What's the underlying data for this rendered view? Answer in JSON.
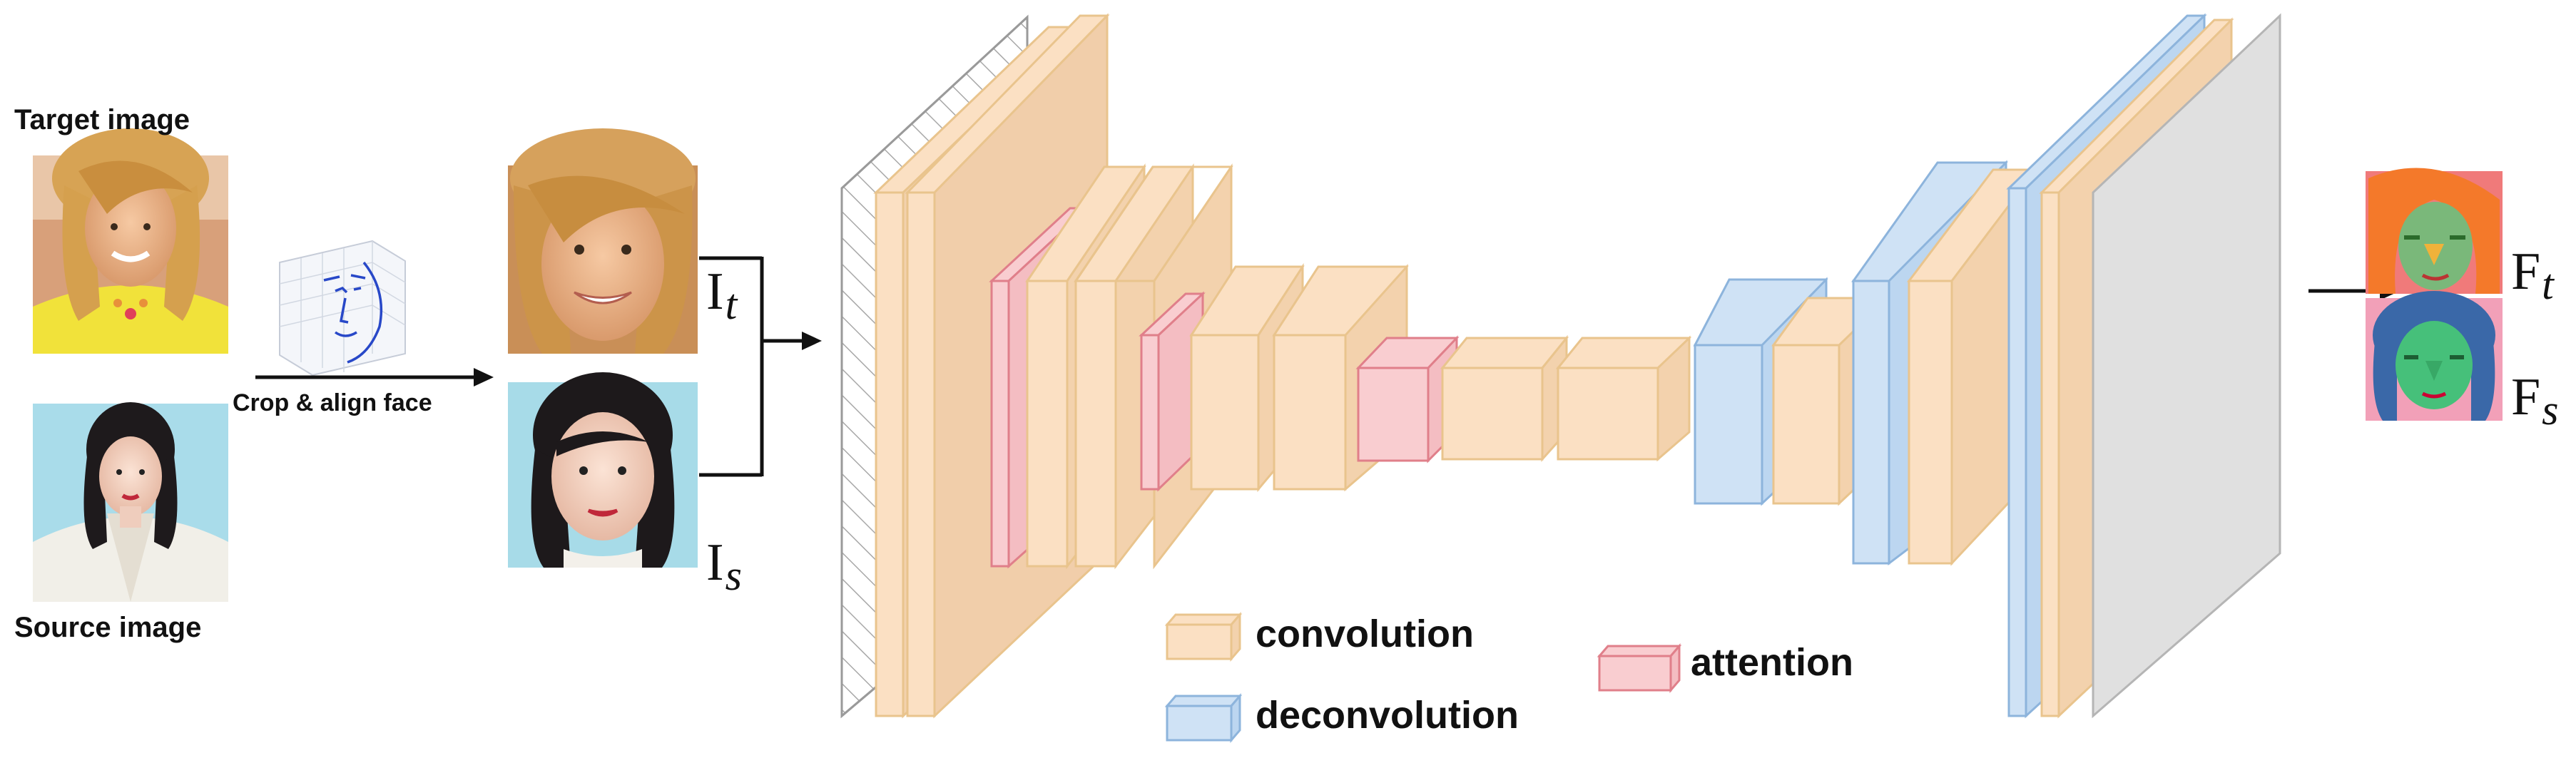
{
  "labels": {
    "target_image": "Target image",
    "source_image": "Source image",
    "crop_align": "Crop & align face",
    "it_main": "I",
    "it_sub": "t",
    "is_main": "I",
    "is_sub": "s",
    "ft_main": "F",
    "ft_sub": "t",
    "fs_main": "F",
    "fs_sub": "s"
  },
  "legend": {
    "convolution": "convolution",
    "deconvolution": "deconvolution",
    "attention": "attention"
  },
  "colors": {
    "conv_fill": "#fbe0c3",
    "conv_stroke": "#e9c48d",
    "deconv_fill": "#cfe2f5",
    "deconv_stroke": "#8db4dc",
    "attn_fill": "#f9cdd0",
    "attn_stroke": "#e07f8a",
    "output_fill": "#e0e0e0",
    "output_stroke": "#b5b5b5"
  },
  "icons": {
    "landmark": "face-landmark-grid-icon",
    "target_face": "target-face-photo",
    "source_face": "source-face-photo",
    "aligned_target": "aligned-target-face-photo",
    "aligned_source": "aligned-source-face-photo",
    "parsing_target": "target-face-parsing-map",
    "parsing_source": "source-face-parsing-map"
  }
}
